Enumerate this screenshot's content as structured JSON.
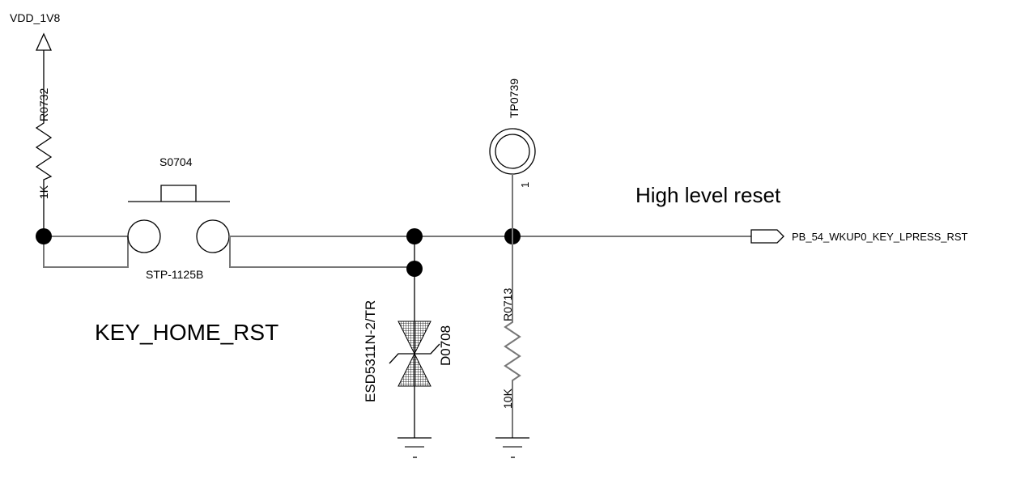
{
  "power": {
    "net": "VDD_1V8"
  },
  "r0732": {
    "ref": "R0732",
    "value": "1K"
  },
  "switch": {
    "ref": "S0704",
    "part": "STP-1125B"
  },
  "tp": {
    "ref": "TP0739",
    "pin": "1"
  },
  "diode": {
    "ref": "D0708",
    "part": "ESD5311N-2/TR"
  },
  "r0713": {
    "ref": "R0713",
    "value": "10K"
  },
  "annotations": {
    "key_label": "KEY_HOME_RST",
    "reset_note": "High level reset"
  },
  "port": {
    "net": "PB_54_WKUP0_KEY_LPRESS_RST"
  }
}
